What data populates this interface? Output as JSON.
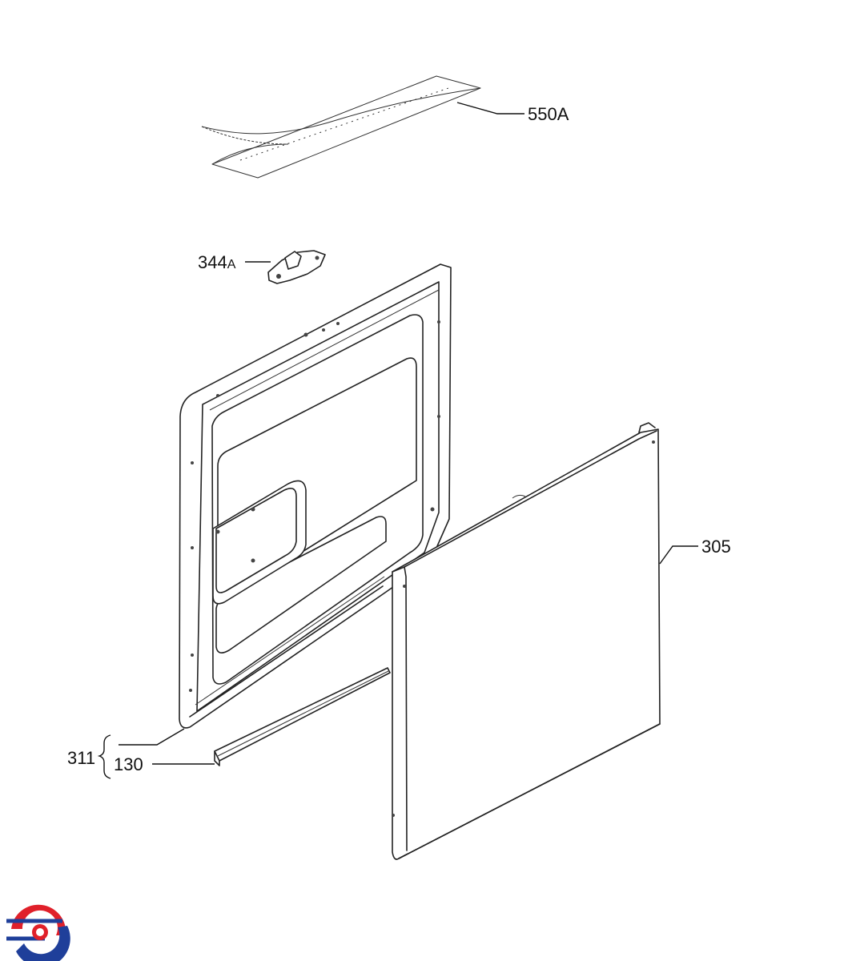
{
  "callouts": {
    "insulation": "550A",
    "hinge_part": "344",
    "hinge_suffix": "A",
    "outer_panel": "305",
    "door_assembly": "311",
    "seal": "130"
  },
  "logo": {
    "icon": "brand-logo-icon",
    "colors": {
      "red": "#e0202a",
      "blue": "#1f3f9a"
    }
  }
}
